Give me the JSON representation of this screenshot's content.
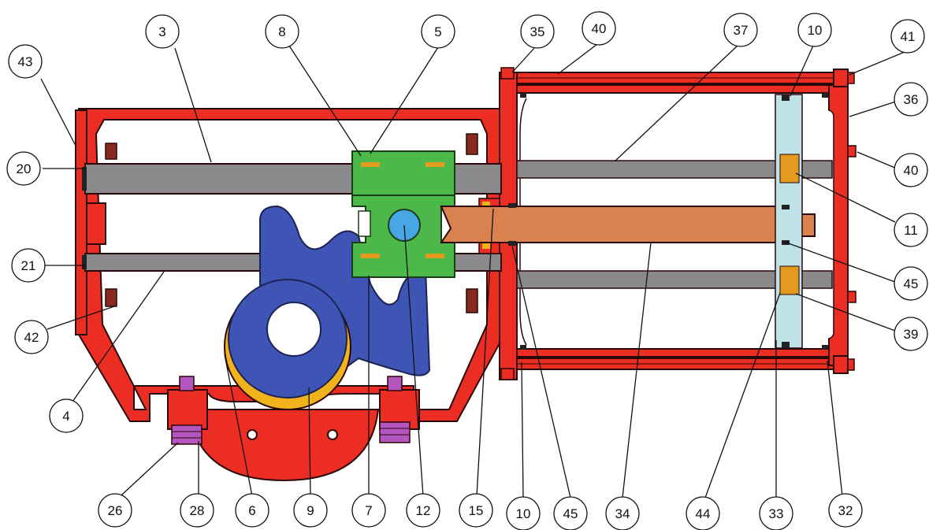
{
  "colors": {
    "frame": "#ec2d24",
    "frame_outline": "#2a0808",
    "rod": "#8a8a8c",
    "yoke": "#3f55b5",
    "slider_block": "#4cb84a",
    "pin": "#47a7e4",
    "piston_rod": "#d9814f",
    "piston": "#bfe1e8",
    "bolt": "#b455c0",
    "bearing_ring": "#f0b31c",
    "seal": "#e39a1e",
    "nut_dark": "#8a2a1e",
    "callout_line": "#111111",
    "background": "#ffffff"
  },
  "callouts": [
    {
      "id": "c43-top-left",
      "label": "43"
    },
    {
      "id": "c3",
      "label": "3"
    },
    {
      "id": "c8",
      "label": "8"
    },
    {
      "id": "c5",
      "label": "5"
    },
    {
      "id": "c35",
      "label": "35"
    },
    {
      "id": "c40-top",
      "label": "40"
    },
    {
      "id": "c37",
      "label": "37"
    },
    {
      "id": "c10-top",
      "label": "10"
    },
    {
      "id": "c41",
      "label": "41"
    },
    {
      "id": "c36",
      "label": "36"
    },
    {
      "id": "c40-right",
      "label": "40"
    },
    {
      "id": "c11",
      "label": "11"
    },
    {
      "id": "c45-right",
      "label": "45"
    },
    {
      "id": "c39",
      "label": "39"
    },
    {
      "id": "c20",
      "label": "20"
    },
    {
      "id": "c21",
      "label": "21"
    },
    {
      "id": "c42",
      "label": "42"
    },
    {
      "id": "c4",
      "label": "4"
    },
    {
      "id": "c26",
      "label": "26"
    },
    {
      "id": "c28",
      "label": "28"
    },
    {
      "id": "c6",
      "label": "6"
    },
    {
      "id": "c9",
      "label": "9"
    },
    {
      "id": "c7",
      "label": "7"
    },
    {
      "id": "c12",
      "label": "12"
    },
    {
      "id": "c15",
      "label": "15"
    },
    {
      "id": "c10-bottom",
      "label": "10"
    },
    {
      "id": "c45-bottom",
      "label": "45"
    },
    {
      "id": "c34",
      "label": "34"
    },
    {
      "id": "c44",
      "label": "44"
    },
    {
      "id": "c33",
      "label": "33"
    },
    {
      "id": "c32",
      "label": "32"
    }
  ]
}
